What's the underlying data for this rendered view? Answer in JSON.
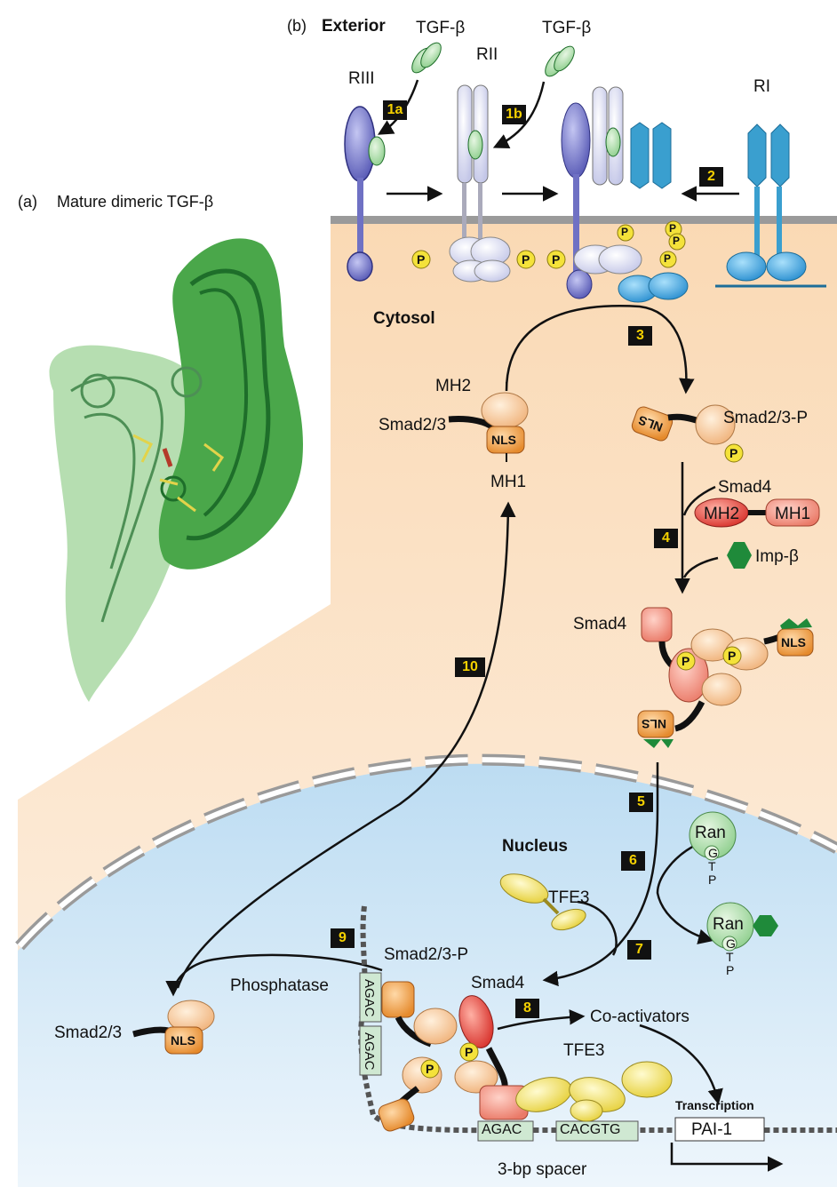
{
  "panel_a": {
    "tag": "(a)",
    "title": "Mature dimeric TGF-β"
  },
  "panel_b": {
    "tag": "(b)",
    "exterior": "Exterior",
    "cytosol": "Cytosol",
    "nucleus": "Nucleus"
  },
  "receptors": {
    "riii": "RIII",
    "rii": "RII",
    "ri": "RI",
    "ligand1": "TGF-β",
    "ligand2": "TGF-β"
  },
  "steps": [
    "1a",
    "1b",
    "2",
    "3",
    "4",
    "5",
    "6",
    "7",
    "8",
    "9",
    "10"
  ],
  "phospho": "P",
  "smad_labels": {
    "mh2": "MH2",
    "smad23": "Smad2/3",
    "nls": "NLS",
    "mh1": "MH1",
    "smad23p": "Smad2/3-P",
    "smad4": "Smad4",
    "smad4_mh2": "MH2",
    "smad4_mh1": "MH1",
    "imp": "Imp-β",
    "complex_smad4": "Smad4"
  },
  "nuclear": {
    "ran": "Ran",
    "g": "G",
    "t": "T",
    "p": "P",
    "tfe3": "TFE3",
    "smad4": "Smad4",
    "smad23p": "Smad2/3-P",
    "phosphatase": "Phosphatase",
    "smad23": "Smad2/3",
    "coactivators": "Co-activators",
    "tfe3_dna": "TFE3",
    "transcription": "Transcription",
    "gene": "PAI-1",
    "agac1": "AGAC",
    "agac2": "AGAC",
    "agac3": "AGAC",
    "cacgtg": "CACGTG",
    "spacer": "3-bp spacer"
  },
  "colors": {
    "cytosol": "#fbe4c8",
    "nucleus": "#cfe6f6",
    "membrane": "#9a9a9a",
    "ri": "#3a9fcf",
    "rii": "#d7d9ef",
    "riii": "#6f71c4",
    "smad23": "#f4a85e",
    "smad4": "#e9493b",
    "importin": "#1f8a3a",
    "ligand": "#7fc27f",
    "step_box": "#111111",
    "step_text": "#f4d000"
  }
}
